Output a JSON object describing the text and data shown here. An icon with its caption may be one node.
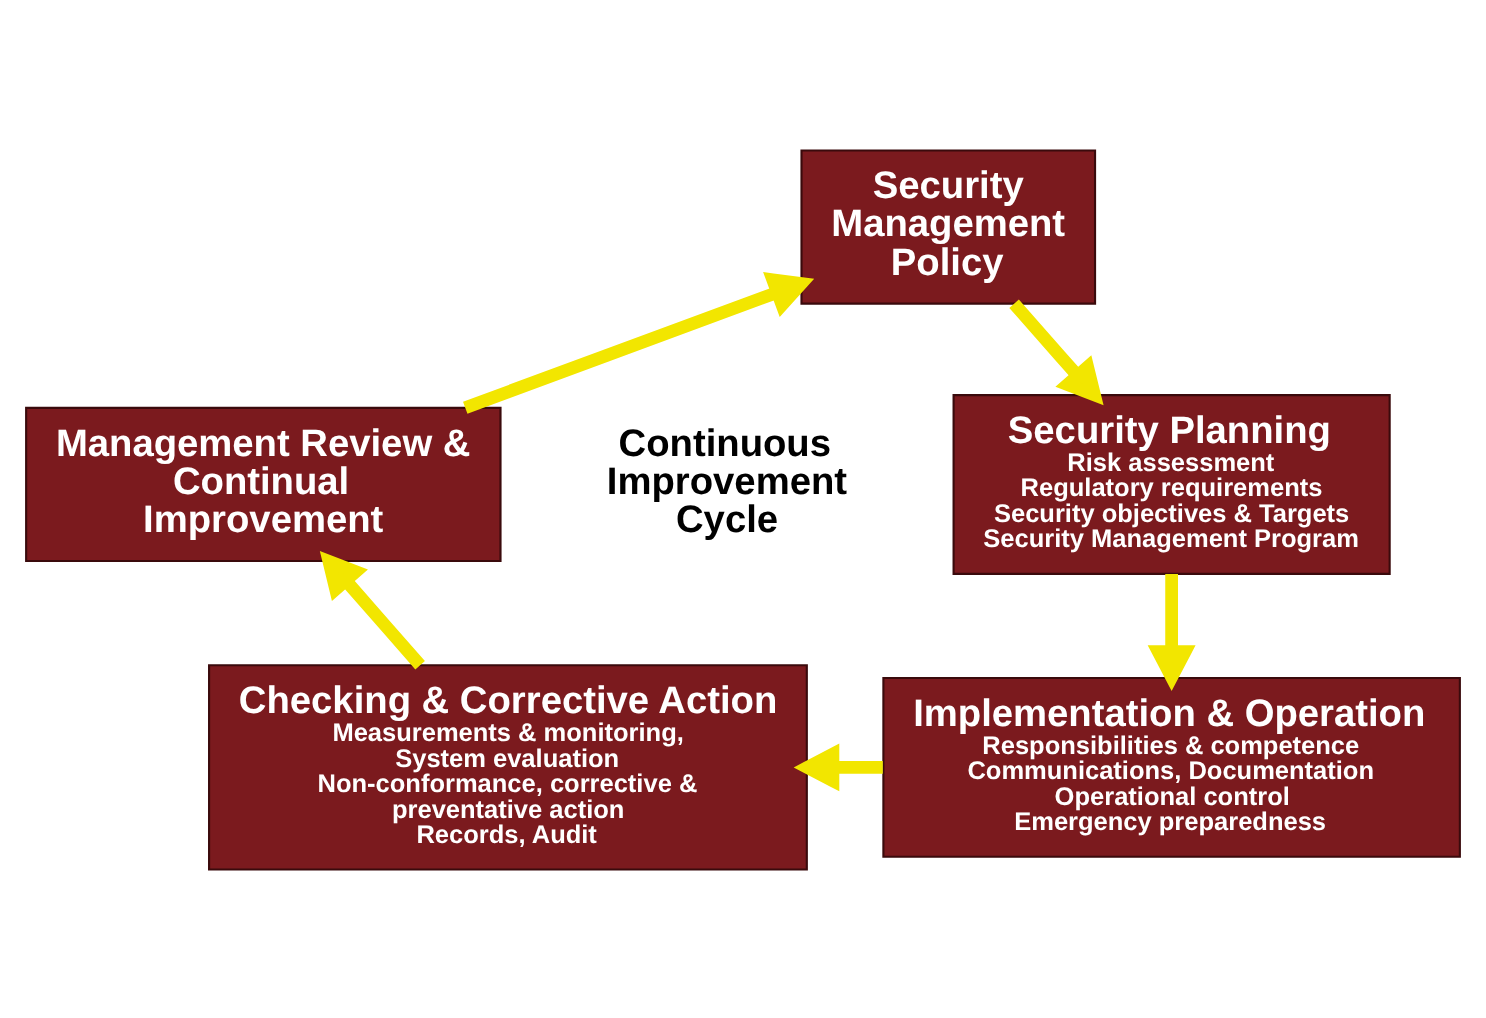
{
  "diagram": {
    "nodes": [
      {
        "text": [
          "Security Management Policy"
        ]
      },
      {
        "text": [
          "Security Planning",
          "Risk assessment",
          "Regulatory requirements",
          "Security objectives & Targets",
          "Security Management Program"
        ]
      },
      {
        "text": [
          "Implementation & Operation",
          "Responsibilities & competence",
          "Communications, Documentation",
          "Operational control",
          "Emergency preparedness"
        ]
      },
      {
        "text": [
          "Checking & Corrective Action",
          "Measurements & monitoring, System evaluation",
          "Non-conformance, corrective & preventative action",
          "Records, Audit"
        ]
      },
      {
        "text": [
          "Management Review & Continual Improvement"
        ]
      }
    ],
    "edges": [
      {
        "from": 0,
        "to": 1,
        "arrow": "to"
      },
      {
        "from": 1,
        "to": 2,
        "arrow": "to"
      },
      {
        "from": 2,
        "to": 3,
        "arrow": "to"
      },
      {
        "from": 3,
        "to": 4,
        "arrow": "to"
      },
      {
        "from": 4,
        "to": 0,
        "arrow": "to"
      }
    ],
    "labels": [
      "Continuous Improvement Cycle"
    ]
  }
}
